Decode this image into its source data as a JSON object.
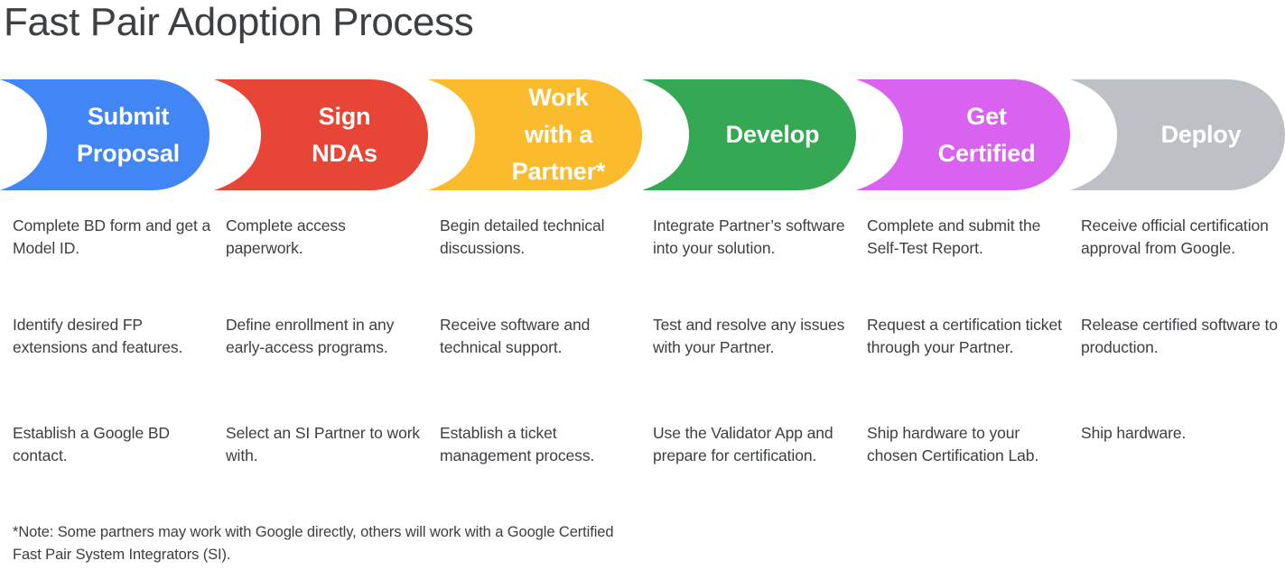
{
  "title": "Fast Pair Adoption Process",
  "colors": {
    "title_text": "#3C4043",
    "body_text": "#3C4043",
    "banner_text": "#FFFFFF",
    "background": "#FFFFFF",
    "stage_blue": "#4285F4",
    "stage_red": "#E74535",
    "stage_yellow": "#FABC2C",
    "stage_green": "#34A853",
    "stage_magenta": "#D963F0",
    "stage_gray": "#BDC1C6"
  },
  "stages": [
    {
      "label": "Submit\nProposal",
      "color": "#4285F4",
      "bullets": [
        "Complete BD form and get a Model ID.",
        "Identify desired FP extensions and features.",
        "Establish a Google BD contact."
      ]
    },
    {
      "label": "Sign\nNDAs",
      "color": "#E74535",
      "bullets": [
        "Complete access paperwork.",
        "Define enrollment in any early-access programs.",
        "Select an SI Partner to work with."
      ]
    },
    {
      "label": "Work\nwith a\nPartner*",
      "color": "#FABC2C",
      "bullets": [
        "Begin detailed technical discussions.",
        "Receive software and technical support.",
        "Establish a ticket management process."
      ]
    },
    {
      "label": "Develop",
      "color": "#34A853",
      "bullets": [
        "Integrate Partner’s software into your solution.",
        "Test and resolve any issues with your Partner.",
        "Use the Validator App and prepare for certification."
      ]
    },
    {
      "label": "Get\nCertified",
      "color": "#D963F0",
      "bullets": [
        "Complete and submit the Self-Test Report.",
        "Request a certification ticket through your Partner.",
        "Ship hardware to your chosen Certification Lab."
      ]
    },
    {
      "label": "Deploy",
      "color": "#BDC1C6",
      "bullets": [
        "Receive official certification approval from Google.",
        "Release certified software to production.",
        "Ship hardware."
      ]
    }
  ],
  "footnote": "*Note: Some partners may work with Google directly, others will work with a Google Certified Fast Pair System Integrators (SI)."
}
